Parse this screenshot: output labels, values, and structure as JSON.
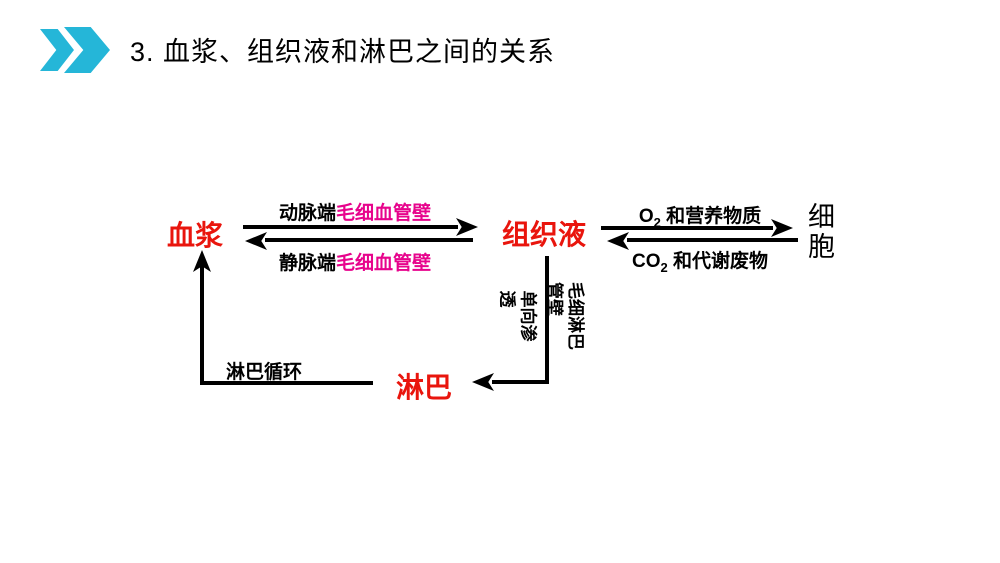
{
  "header": {
    "title": "3. 血浆、组织液和淋巴之间的关系",
    "icon": "double-chevron-right-icon",
    "accent_color": "#25b6d8"
  },
  "colors": {
    "node_red": "#e9150d",
    "capillary_magenta": "#e7038c",
    "line_black": "#000000",
    "background": "#ffffff"
  },
  "diagram": {
    "nodes": {
      "plasma": "血浆",
      "tissue_fluid": "组织液",
      "lymph": "淋巴",
      "cell_line1": "细",
      "cell_line2": "胞"
    },
    "plasma_tissue": {
      "artery_black": "动脉端",
      "artery_magenta": "毛细血管壁",
      "vein_black": "静脉端",
      "vein_magenta": "毛细血管壁"
    },
    "tissue_cell": {
      "o2": {
        "text": "O",
        "sub": "2",
        "rest": " 和营养物质"
      },
      "co2": {
        "text": "CO",
        "sub": "2",
        "rest": " 和代谢废物"
      }
    },
    "tissue_lymph": {
      "wall_line1": "毛细淋巴",
      "wall_line2": "管壁",
      "permeation_line1": "单向渗",
      "permeation_line2": "透"
    },
    "lymph_plasma": {
      "label": "淋巴循环"
    }
  }
}
